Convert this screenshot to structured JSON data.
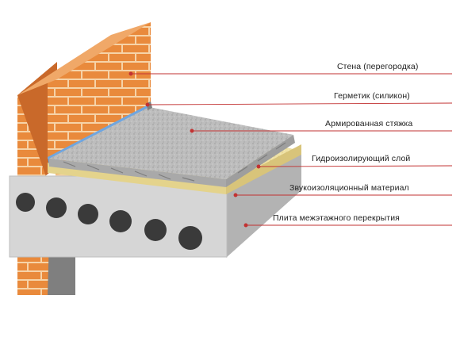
{
  "labels": {
    "wall": "Стена (перегородка)",
    "sealant": "Герметик (силикон)",
    "screed": "Армированная стяжка",
    "waterproofing": "Гидроизолирующий слой",
    "soundproofing": "Звукоизоляционный  материал",
    "slab": "Плита межэтажного перекрытия"
  },
  "colors": {
    "brick": "#e98a3c",
    "mortar": "#f6d3a8",
    "screed": "#b9b9b9",
    "waterproofing": "#6fa6e0",
    "soundproofing": "#efe2a6",
    "slab": "#d6d6d6",
    "leader_line": "#c23232"
  }
}
